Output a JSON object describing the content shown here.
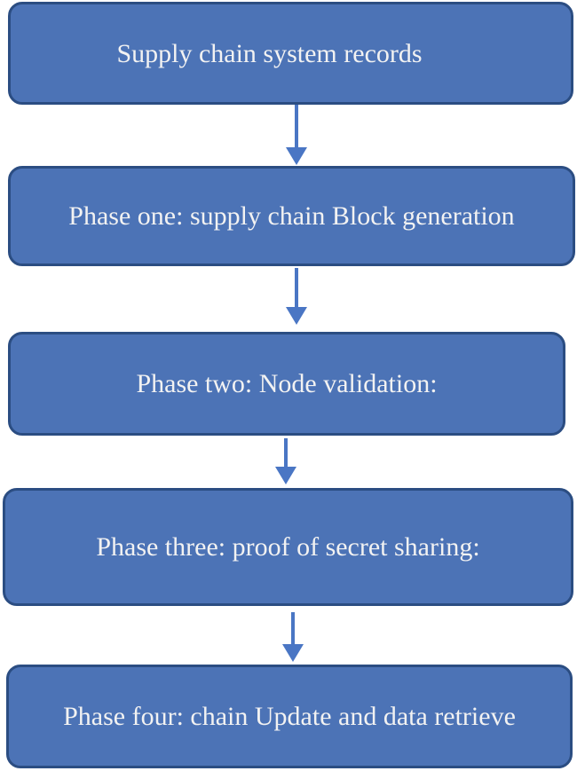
{
  "diagram": {
    "type": "flowchart",
    "direction": "top-down",
    "nodes": [
      {
        "label": "Supply chain system records"
      },
      {
        "label": "Phase one: supply chain Block generation"
      },
      {
        "label": "Phase two: Node validation:"
      },
      {
        "label": "Phase three: proof of secret sharing:"
      },
      {
        "label": "Phase four: chain Update and data retrieve"
      }
    ],
    "edges": [
      {
        "from": 0,
        "to": 1
      },
      {
        "from": 1,
        "to": 2
      },
      {
        "from": 2,
        "to": 3
      },
      {
        "from": 3,
        "to": 4
      }
    ]
  },
  "theme": {
    "node_fill": "#4C73B6",
    "node_border": "#2B4D82",
    "arrow_color": "#4A76C4",
    "text_color": "#F2F2F2",
    "background": "#FFFFFF"
  }
}
